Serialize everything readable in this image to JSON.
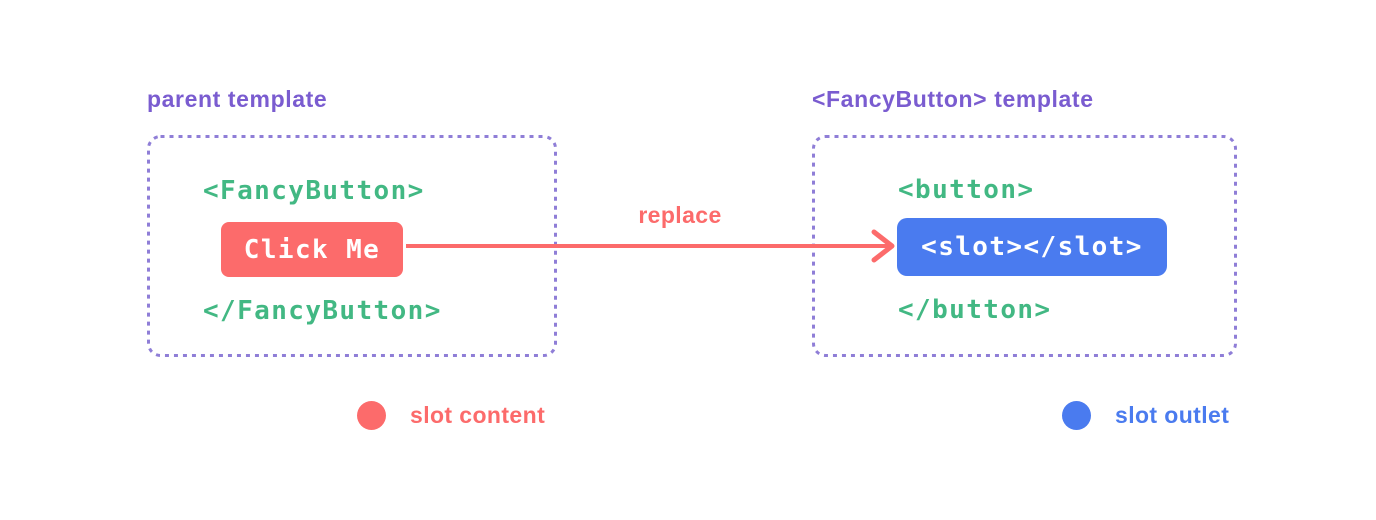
{
  "diagram": {
    "background": "#ffffff",
    "colors": {
      "title_purple": "#7a5cd0",
      "border_purple": "#8f7ed7",
      "code_green": "#42b883",
      "slot_content_red": "#fc6b6b",
      "slot_outlet_blue": "#4a7bef",
      "chip_text_white": "#ffffff"
    },
    "parent_panel": {
      "title": "parent template",
      "code_open": "<FancyButton>",
      "button_label": "Click Me",
      "code_close": "</FancyButton>"
    },
    "fancy_button_panel": {
      "title": "<FancyButton> template",
      "code_open": "<button>",
      "slot_label": "<slot></slot>",
      "code_close": "</button>"
    },
    "arrow": {
      "label": "replace",
      "direction": "left-to-right"
    },
    "legend": [
      {
        "swatch": "red-circle",
        "color": "#fc6b6b",
        "label": "slot content"
      },
      {
        "swatch": "blue-circle",
        "color": "#4a7bef",
        "label": "slot outlet"
      }
    ]
  }
}
